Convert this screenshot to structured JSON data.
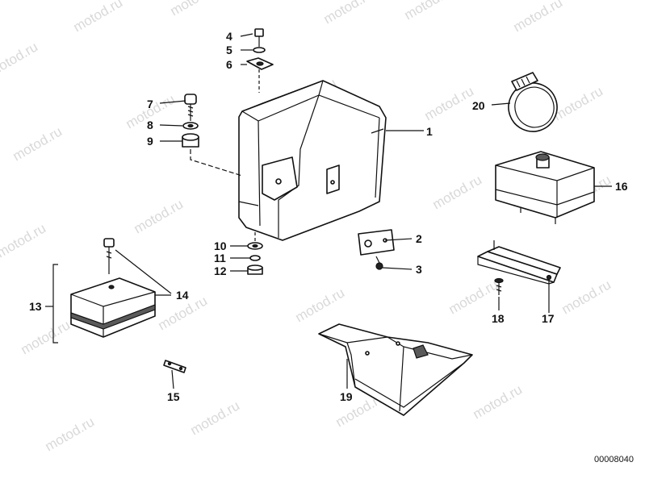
{
  "watermark": "motod.ru",
  "diagram_code": "00008040",
  "callouts": [
    "1",
    "2",
    "3",
    "4",
    "5",
    "6",
    "7",
    "8",
    "9",
    "10",
    "11",
    "12",
    "13",
    "14",
    "15",
    "16",
    "17",
    "18",
    "19",
    "20"
  ]
}
